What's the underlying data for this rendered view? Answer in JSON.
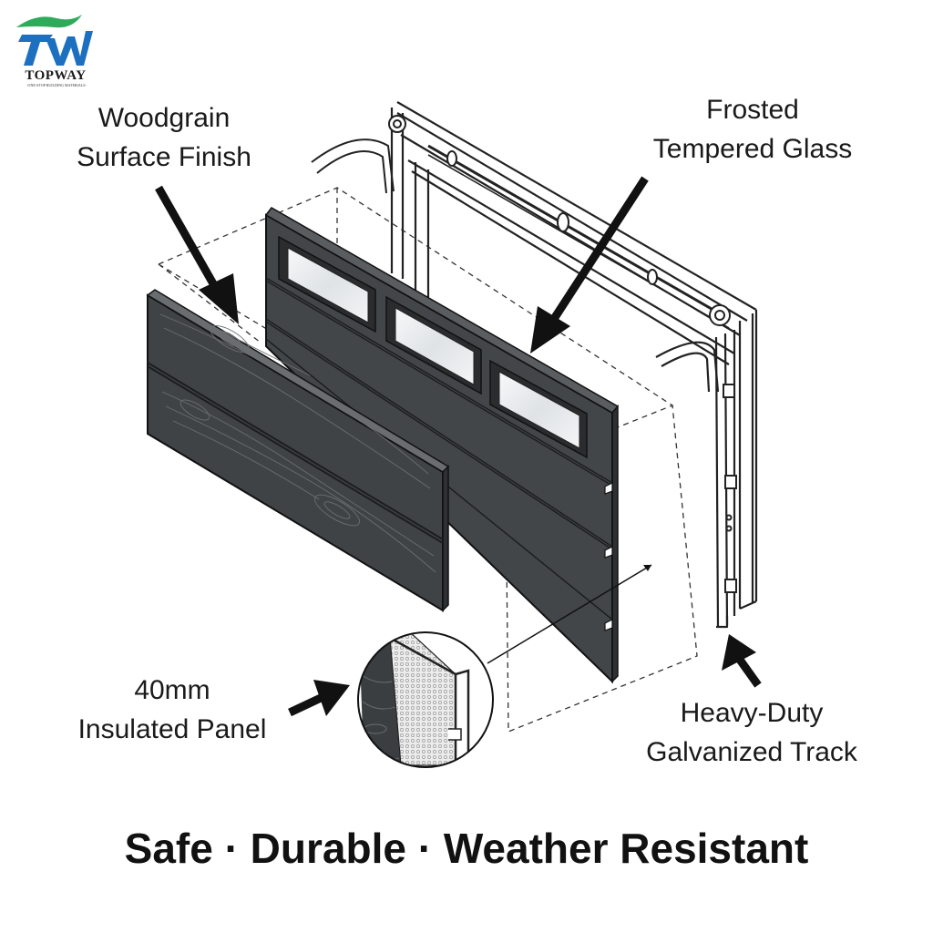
{
  "logo": {
    "name": "TOPWAY",
    "tagline": "-ONE-STOP BUILDING MATERIALS-",
    "colors": {
      "blue": "#1d6fc0",
      "green": "#2eab5a"
    }
  },
  "callouts": {
    "woodgrain": {
      "line1": "Woodgrain",
      "line2": "Surface Finish"
    },
    "glass": {
      "line1": "Frosted",
      "line2": "Tempered Glass"
    },
    "insulated": {
      "line1": "40mm",
      "line2": "Insulated Panel"
    },
    "track": {
      "line1": "Heavy-Duty",
      "line2": "Galvanized Track"
    }
  },
  "tagline": "Safe · Durable · Weather Resistant",
  "colors": {
    "panel": "#434649",
    "panel_dark": "#2e3133",
    "glass": "#e9ecef",
    "foam": "#e8e8e8",
    "ink": "#111111"
  }
}
